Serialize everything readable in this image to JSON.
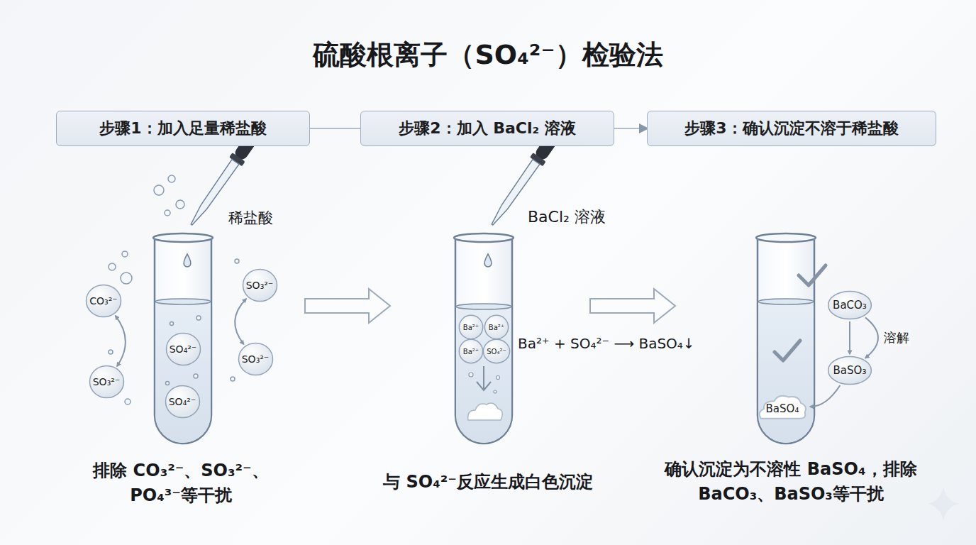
{
  "diagram": {
    "title": "硫酸根离子（SO₄²⁻）检验法",
    "nodes": [
      {
        "text": [
          "步骤1：加入足量稀盐酸"
        ]
      },
      {
        "text": [
          "步骤2：加入 BaCl₂ 溶液"
        ]
      },
      {
        "text": [
          "步骤3：确认沉淀不溶于稀盐酸"
        ]
      },
      {
        "text": [
          "CO₃²⁻"
        ]
      },
      {
        "text": [
          "SO₃²⁻"
        ]
      },
      {
        "text": [
          "SO₄²⁻"
        ]
      },
      {
        "text": [
          "SO₃²⁻"
        ]
      },
      {
        "text": [
          "SO₃²⁻"
        ]
      },
      {
        "text": [
          "SO₄²⁻"
        ]
      },
      {
        "text": [
          "Ba²⁺"
        ]
      },
      {
        "text": [
          "Ba²⁺"
        ]
      },
      {
        "text": [
          "Ba²⁺"
        ]
      },
      {
        "text": [
          "SO₄²⁻"
        ]
      },
      {
        "text": [
          "BaCO₃"
        ]
      },
      {
        "text": [
          "BaSO₃"
        ]
      },
      {
        "text": [
          "BaSO₄"
        ]
      }
    ],
    "edges": [
      {
        "from": 0,
        "to": 1,
        "arrow": "none"
      },
      {
        "from": 1,
        "to": 2,
        "arrow": "to"
      },
      {
        "from": 3,
        "to": 7,
        "arrow": "both"
      },
      {
        "from": 4,
        "to": 6,
        "arrow": "both"
      },
      {
        "from": 13,
        "to": 14,
        "arrow": "to"
      },
      {
        "from": 13,
        "to": 14,
        "label": "溶解",
        "arrow": "to"
      },
      {
        "from": 14,
        "to": 15,
        "arrow": "to"
      }
    ],
    "labels": [
      "稀盐酸",
      "BaCl₂ 溶液",
      "Ba²⁺ + SO₄²⁻ ⟶ BaSO₄↓",
      "排除 CO₃²⁻、SO₃²⁻、PO₄³⁻等干扰",
      "与 SO₄²⁻反应生成白色沉淀",
      "确认沉淀为不溶性 BaSO₄，排除 BaCO₃、BaSO₃等干扰"
    ]
  }
}
